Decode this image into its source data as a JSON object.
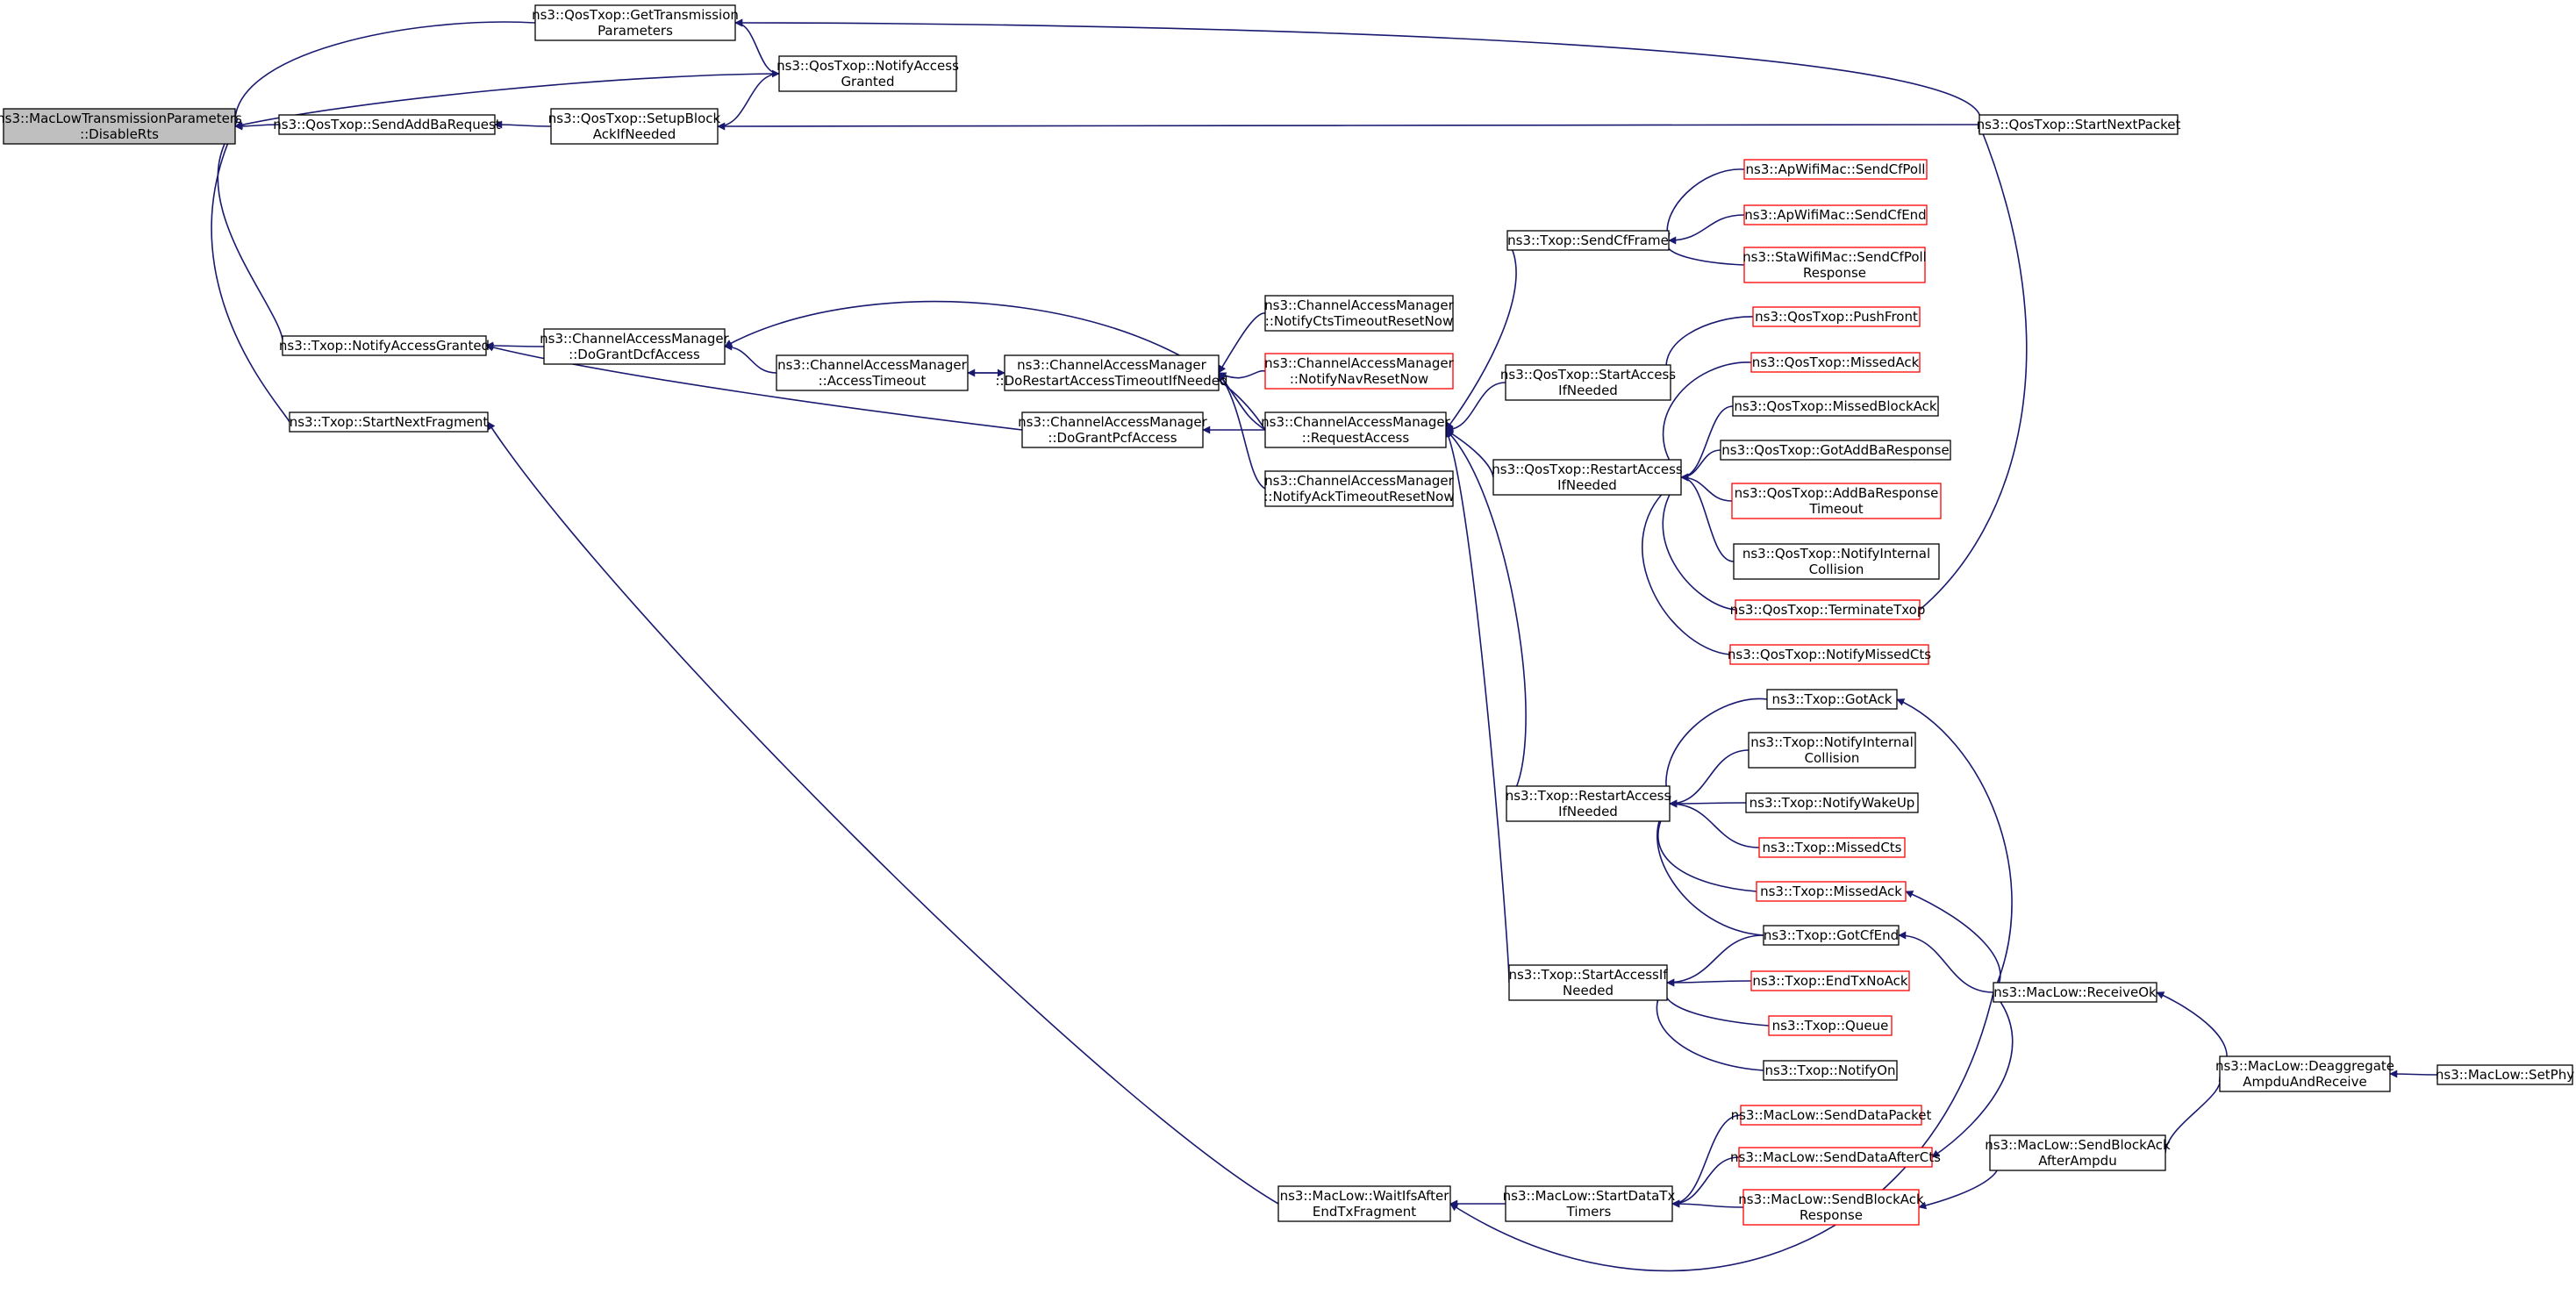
{
  "colors": {
    "edge": "#191970",
    "border_normal": "#000000",
    "border_truncated": "#ff0000",
    "root_fill": "#bfbfbf",
    "node_fill": "#ffffff"
  },
  "nodes": [
    {
      "id": "root",
      "lines": [
        "ns3::MacLowTransmissionParameters",
        "::DisableRts"
      ],
      "style": "root"
    },
    {
      "id": "gettx",
      "lines": [
        "ns3::QosTxop::GetTransmission",
        "Parameters"
      ],
      "style": "normal"
    },
    {
      "id": "notifyaccq",
      "lines": [
        "ns3::QosTxop::NotifyAccess",
        "Granted"
      ],
      "style": "normal"
    },
    {
      "id": "sendaddba",
      "lines": [
        "ns3::QosTxop::SendAddBaRequest"
      ],
      "style": "normal"
    },
    {
      "id": "setupblock",
      "lines": [
        "ns3::QosTxop::SetupBlock",
        "AckIfNeeded"
      ],
      "style": "normal"
    },
    {
      "id": "startnextpkt",
      "lines": [
        "ns3::QosTxop::StartNextPacket"
      ],
      "style": "normal"
    },
    {
      "id": "txnotifyacc",
      "lines": [
        "ns3::Txop::NotifyAccessGranted"
      ],
      "style": "normal"
    },
    {
      "id": "dogrdcf",
      "lines": [
        "ns3::ChannelAccessManager",
        "::DoGrantDcfAccess"
      ],
      "style": "normal"
    },
    {
      "id": "acctimeout",
      "lines": [
        "ns3::ChannelAccessManager",
        "::AccessTimeout"
      ],
      "style": "normal"
    },
    {
      "id": "dorestart",
      "lines": [
        "ns3::ChannelAccessManager",
        "::DoRestartAccessTimeoutIfNeeded"
      ],
      "style": "normal"
    },
    {
      "id": "ctsreset",
      "lines": [
        "ns3::ChannelAccessManager",
        "::NotifyCtsTimeoutResetNow"
      ],
      "style": "normal"
    },
    {
      "id": "navreset",
      "lines": [
        "ns3::ChannelAccessManager",
        "::NotifyNavResetNow"
      ],
      "style": "truncated"
    },
    {
      "id": "reqaccess",
      "lines": [
        "ns3::ChannelAccessManager",
        "::RequestAccess"
      ],
      "style": "normal"
    },
    {
      "id": "ackreset",
      "lines": [
        "ns3::ChannelAccessManager",
        "::NotifyAckTimeoutResetNow"
      ],
      "style": "normal"
    },
    {
      "id": "txstartfrag",
      "lines": [
        "ns3::Txop::StartNextFragment"
      ],
      "style": "normal"
    },
    {
      "id": "dogrpcf",
      "lines": [
        "ns3::ChannelAccessManager",
        "::DoGrantPcfAccess"
      ],
      "style": "normal"
    },
    {
      "id": "sendcfframe",
      "lines": [
        "ns3::Txop::SendCfFrame"
      ],
      "style": "normal"
    },
    {
      "id": "apsendcfpoll",
      "lines": [
        "ns3::ApWifiMac::SendCfPoll"
      ],
      "style": "truncated"
    },
    {
      "id": "apsendcfend",
      "lines": [
        "ns3::ApWifiMac::SendCfEnd"
      ],
      "style": "truncated"
    },
    {
      "id": "stasendcfpoll",
      "lines": [
        "ns3::StaWifiMac::SendCfPoll",
        "Response"
      ],
      "style": "truncated"
    },
    {
      "id": "qstartacc",
      "lines": [
        "ns3::QosTxop::StartAccess",
        "IfNeeded"
      ],
      "style": "normal"
    },
    {
      "id": "qpushfront",
      "lines": [
        "ns3::QosTxop::PushFront"
      ],
      "style": "truncated"
    },
    {
      "id": "qrestart",
      "lines": [
        "ns3::QosTxop::RestartAccess",
        "IfNeeded"
      ],
      "style": "normal"
    },
    {
      "id": "qmissedack",
      "lines": [
        "ns3::QosTxop::MissedAck"
      ],
      "style": "truncated"
    },
    {
      "id": "qmissedblock",
      "lines": [
        "ns3::QosTxop::MissedBlockAck"
      ],
      "style": "normal"
    },
    {
      "id": "qgotaddba",
      "lines": [
        "ns3::QosTxop::GotAddBaResponse"
      ],
      "style": "normal"
    },
    {
      "id": "qaddbatimeout",
      "lines": [
        "ns3::QosTxop::AddBaResponse",
        "Timeout"
      ],
      "style": "truncated"
    },
    {
      "id": "qnotifyint",
      "lines": [
        "ns3::QosTxop::NotifyInternal",
        "Collision"
      ],
      "style": "normal"
    },
    {
      "id": "qterminate",
      "lines": [
        "ns3::QosTxop::TerminateTxop"
      ],
      "style": "truncated"
    },
    {
      "id": "qmissedcts",
      "lines": [
        "ns3::QosTxop::NotifyMissedCts"
      ],
      "style": "truncated"
    },
    {
      "id": "tgotack",
      "lines": [
        "ns3::Txop::GotAck"
      ],
      "style": "normal"
    },
    {
      "id": "tnotifyint",
      "lines": [
        "ns3::Txop::NotifyInternal",
        "Collision"
      ],
      "style": "normal"
    },
    {
      "id": "trestart",
      "lines": [
        "ns3::Txop::RestartAccess",
        "IfNeeded"
      ],
      "style": "normal"
    },
    {
      "id": "twakeup",
      "lines": [
        "ns3::Txop::NotifyWakeUp"
      ],
      "style": "normal"
    },
    {
      "id": "tmissedcts",
      "lines": [
        "ns3::Txop::MissedCts"
      ],
      "style": "truncated"
    },
    {
      "id": "tmissedack",
      "lines": [
        "ns3::Txop::MissedAck"
      ],
      "style": "truncated"
    },
    {
      "id": "tgotcfend",
      "lines": [
        "ns3::Txop::GotCfEnd"
      ],
      "style": "normal"
    },
    {
      "id": "tstartacc",
      "lines": [
        "ns3::Txop::StartAccessIf",
        "Needed"
      ],
      "style": "normal"
    },
    {
      "id": "tendtxnoack",
      "lines": [
        "ns3::Txop::EndTxNoAck"
      ],
      "style": "truncated"
    },
    {
      "id": "treceiveok",
      "lines": [
        "ns3::MacLow::ReceiveOk"
      ],
      "style": "normal"
    },
    {
      "id": "tqueue",
      "lines": [
        "ns3::Txop::Queue"
      ],
      "style": "truncated"
    },
    {
      "id": "tnotifyon",
      "lines": [
        "ns3::Txop::NotifyOn"
      ],
      "style": "normal"
    },
    {
      "id": "deaggregate",
      "lines": [
        "ns3::MacLow::Deaggregate",
        "AmpduAndReceive"
      ],
      "style": "normal"
    },
    {
      "id": "setphy",
      "lines": [
        "ns3::MacLow::SetPhy"
      ],
      "style": "normal"
    },
    {
      "id": "senddatapkt",
      "lines": [
        "ns3::MacLow::SendDataPacket"
      ],
      "style": "truncated"
    },
    {
      "id": "waitifs",
      "lines": [
        "ns3::MacLow::WaitIfsAfter",
        "EndTxFragment"
      ],
      "style": "normal"
    },
    {
      "id": "startdatatx",
      "lines": [
        "ns3::MacLow::StartDataTx",
        "Timers"
      ],
      "style": "normal"
    },
    {
      "id": "senddataafter",
      "lines": [
        "ns3::MacLow::SendDataAfterCts"
      ],
      "style": "truncated"
    },
    {
      "id": "sendblockackafter",
      "lines": [
        "ns3::MacLow::SendBlockAck",
        "AfterAmpdu"
      ],
      "style": "normal"
    },
    {
      "id": "sendblockackresp",
      "lines": [
        "ns3::MacLow::SendBlockAck",
        "Response"
      ],
      "style": "truncated"
    }
  ],
  "edges": [
    {
      "from": "gettx",
      "to": "root"
    },
    {
      "from": "notifyaccq",
      "to": "root"
    },
    {
      "from": "sendaddba",
      "to": "root"
    },
    {
      "from": "txnotifyacc",
      "to": "root"
    },
    {
      "from": "txstartfrag",
      "to": "root"
    },
    {
      "from": "notifyaccq",
      "to": "gettx"
    },
    {
      "from": "startnextpkt",
      "to": "gettx"
    },
    {
      "from": "setupblock",
      "to": "notifyaccq"
    },
    {
      "from": "setupblock",
      "to": "sendaddba"
    },
    {
      "from": "startnextpkt",
      "to": "setupblock"
    },
    {
      "from": "qterminate",
      "to": "startnextpkt"
    },
    {
      "from": "dogrdcf",
      "to": "txnotifyacc"
    },
    {
      "from": "dogrpcf",
      "to": "txnotifyacc"
    },
    {
      "from": "acctimeout",
      "to": "dogrdcf"
    },
    {
      "from": "reqaccess",
      "to": "dogrdcf"
    },
    {
      "from": "dorestart",
      "to": "acctimeout"
    },
    {
      "from": "acctimeout",
      "to": "dorestart"
    },
    {
      "from": "ctsreset",
      "to": "dorestart"
    },
    {
      "from": "navreset",
      "to": "dorestart"
    },
    {
      "from": "reqaccess",
      "to": "dorestart"
    },
    {
      "from": "ackreset",
      "to": "dorestart"
    },
    {
      "from": "reqaccess",
      "to": "dogrpcf"
    },
    {
      "from": "sendcfframe",
      "to": "reqaccess"
    },
    {
      "from": "qstartacc",
      "to": "reqaccess"
    },
    {
      "from": "qrestart",
      "to": "reqaccess"
    },
    {
      "from": "trestart",
      "to": "reqaccess"
    },
    {
      "from": "tstartacc",
      "to": "reqaccess"
    },
    {
      "from": "apsendcfpoll",
      "to": "sendcfframe"
    },
    {
      "from": "apsendcfend",
      "to": "sendcfframe"
    },
    {
      "from": "stasendcfpoll",
      "to": "sendcfframe"
    },
    {
      "from": "qpushfront",
      "to": "qstartacc"
    },
    {
      "from": "qmissedack",
      "to": "qrestart"
    },
    {
      "from": "qmissedblock",
      "to": "qrestart"
    },
    {
      "from": "qgotaddba",
      "to": "qrestart"
    },
    {
      "from": "qaddbatimeout",
      "to": "qrestart"
    },
    {
      "from": "qnotifyint",
      "to": "qrestart"
    },
    {
      "from": "qterminate",
      "to": "qrestart"
    },
    {
      "from": "qmissedcts",
      "to": "qrestart"
    },
    {
      "from": "tgotack",
      "to": "trestart"
    },
    {
      "from": "tnotifyint",
      "to": "trestart"
    },
    {
      "from": "twakeup",
      "to": "trestart"
    },
    {
      "from": "tmissedcts",
      "to": "trestart"
    },
    {
      "from": "tmissedack",
      "to": "trestart"
    },
    {
      "from": "tgotcfend",
      "to": "trestart"
    },
    {
      "from": "tgotcfend",
      "to": "tstartacc"
    },
    {
      "from": "tendtxnoack",
      "to": "tstartacc"
    },
    {
      "from": "tqueue",
      "to": "tstartacc"
    },
    {
      "from": "tnotifyon",
      "to": "tstartacc"
    },
    {
      "from": "treceiveok",
      "to": "tgotack"
    },
    {
      "from": "treceiveok",
      "to": "tmissedack"
    },
    {
      "from": "treceiveok",
      "to": "tgotcfend"
    },
    {
      "from": "deaggregate",
      "to": "treceiveok"
    },
    {
      "from": "setphy",
      "to": "deaggregate"
    },
    {
      "from": "sendblockackafter",
      "to": "deaggregate"
    },
    {
      "from": "waitifs",
      "to": "txstartfrag"
    },
    {
      "from": "treceiveok",
      "to": "waitifs"
    },
    {
      "from": "startdatatx",
      "to": "waitifs"
    },
    {
      "from": "senddatapkt",
      "to": "startdatatx"
    },
    {
      "from": "senddataafter",
      "to": "startdatatx"
    },
    {
      "from": "sendblockackresp",
      "to": "startdatatx"
    },
    {
      "from": "treceiveok",
      "to": "senddataafter"
    },
    {
      "from": "sendblockackafter",
      "to": "sendblockackresp"
    }
  ]
}
